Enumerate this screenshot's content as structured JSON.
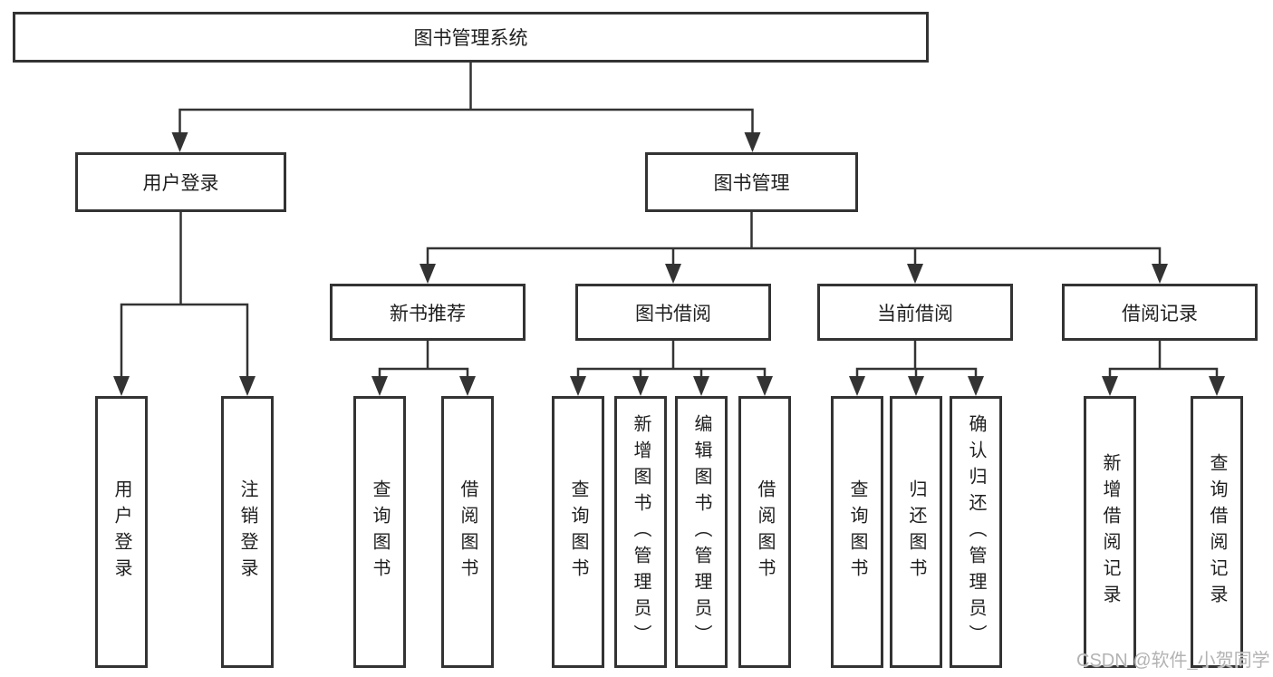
{
  "title": "图书管理系统",
  "watermark": "CSDN @软件_小贺同学",
  "colors": {
    "background": "#ffffff",
    "line": "#333333",
    "box_border": "#333333",
    "text": "#1f1f1f",
    "watermark": "#b3b3b3"
  },
  "tree": {
    "root": {
      "label": "图书管理系统"
    },
    "level2": [
      {
        "label": "用户登录"
      },
      {
        "label": "图书管理"
      }
    ],
    "level3": [
      {
        "label": "新书推荐"
      },
      {
        "label": "图书借阅"
      },
      {
        "label": "当前借阅"
      },
      {
        "label": "借阅记录"
      }
    ],
    "leaves": {
      "user_login": [
        "用户登录",
        "注销登录"
      ],
      "new_book": [
        "查询图书",
        "借阅图书"
      ],
      "book_borrow": [
        "查询图书",
        "新增图书（管理员）",
        "编辑图书（管理员）",
        "借阅图书"
      ],
      "current_borrow": [
        "查询图书",
        "归还图书",
        "确认归还（管理员）"
      ],
      "borrow_record": [
        "新增借阅记录",
        "查询借阅记录"
      ]
    }
  }
}
